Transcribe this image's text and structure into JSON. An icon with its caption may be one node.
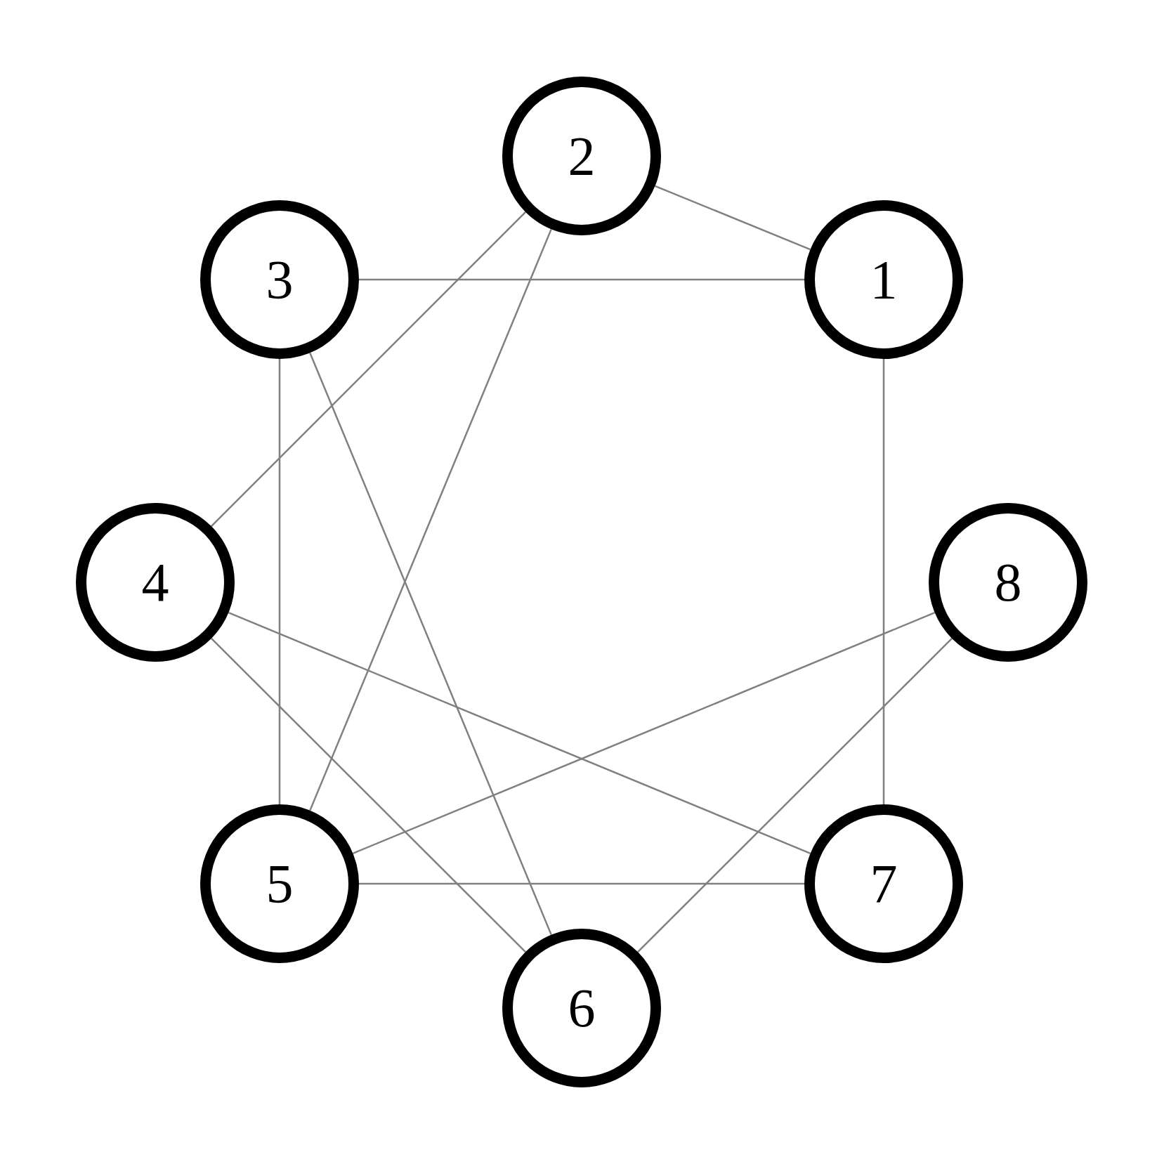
{
  "diagram": {
    "nodes": [
      {
        "text": [
          "2"
        ]
      },
      {
        "text": [
          "3"
        ]
      },
      {
        "text": [
          "1"
        ]
      },
      {
        "text": [
          "4"
        ]
      },
      {
        "text": [
          "8"
        ]
      },
      {
        "text": [
          "5"
        ]
      },
      {
        "text": [
          "7"
        ]
      },
      {
        "text": [
          "6"
        ]
      }
    ],
    "edges": [
      {
        "from": 0,
        "to": 2,
        "arrow": "none"
      },
      {
        "from": 1,
        "to": 2,
        "arrow": "none"
      },
      {
        "from": 0,
        "to": 3,
        "arrow": "none"
      },
      {
        "from": 0,
        "to": 5,
        "arrow": "none"
      },
      {
        "from": 1,
        "to": 7,
        "arrow": "none"
      },
      {
        "from": 1,
        "to": 5,
        "arrow": "none"
      },
      {
        "from": 2,
        "to": 6,
        "arrow": "none"
      },
      {
        "from": 3,
        "to": 6,
        "arrow": "none"
      },
      {
        "from": 3,
        "to": 7,
        "arrow": "none"
      },
      {
        "from": 4,
        "to": 5,
        "arrow": "none"
      },
      {
        "from": 4,
        "to": 7,
        "arrow": "none"
      },
      {
        "from": 5,
        "to": 6,
        "arrow": "none"
      }
    ]
  }
}
